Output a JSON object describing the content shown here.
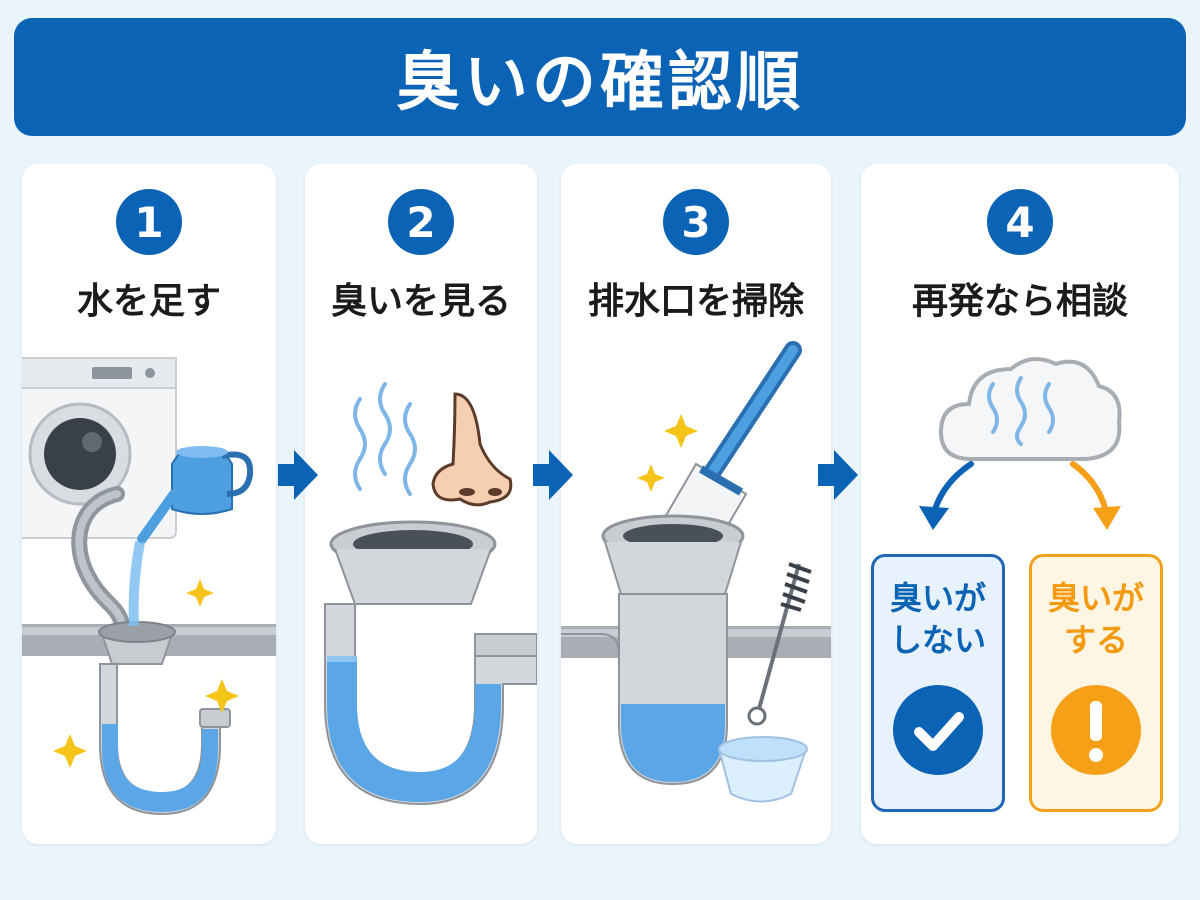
{
  "title": "臭いの確認順",
  "colors": {
    "primary": "#0b63b5",
    "warning": "#f5a017",
    "water": "#5aa6e6"
  },
  "steps": [
    {
      "number": "1",
      "label": "水を足す",
      "icon": "watering-can-icon"
    },
    {
      "number": "2",
      "label": "臭いを見る",
      "icon": "nose-icon"
    },
    {
      "number": "3",
      "label": "排水口を掃除",
      "icon": "brush-icon"
    },
    {
      "number": "4",
      "label": "再発なら相談",
      "icon": "smell-cloud-icon"
    }
  ],
  "results": {
    "no_smell": {
      "line1": "臭いが",
      "line2": "しない",
      "icon": "check-icon"
    },
    "smell": {
      "line1": "臭いが",
      "line2": "する",
      "icon": "exclamation-icon"
    }
  }
}
